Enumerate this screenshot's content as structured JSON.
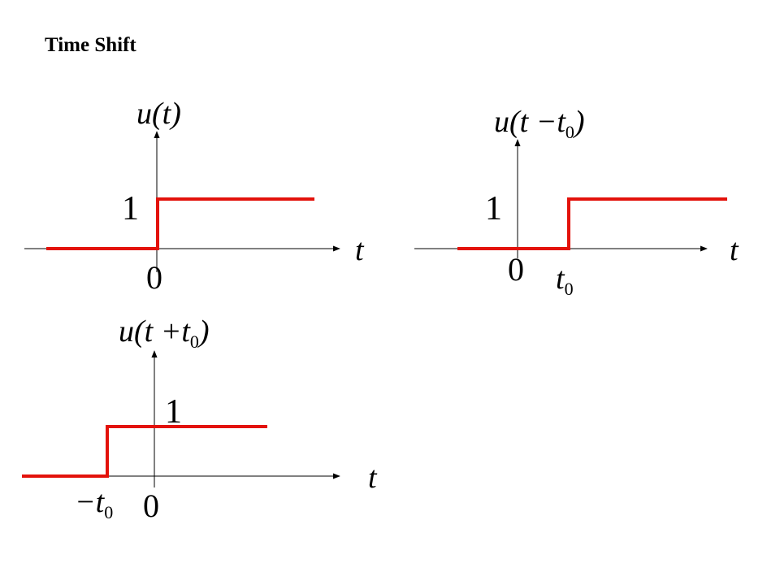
{
  "title": "Time Shift",
  "colors": {
    "signal": "#e3120b",
    "axis": "#000000"
  },
  "plots": [
    {
      "id": "unshifted",
      "label": "u(t)",
      "level": "1",
      "axis_var": "t",
      "origin": "0",
      "step_at": ""
    },
    {
      "id": "delayed",
      "label_parts": [
        "u(t −t",
        "0",
        ")"
      ],
      "level": "1",
      "axis_var": "t",
      "origin": "0",
      "step_parts": [
        "t",
        "0"
      ]
    },
    {
      "id": "advanced",
      "label_parts": [
        "u(t +t",
        "0",
        ")"
      ],
      "level": "1",
      "axis_var": "t",
      "origin": "0",
      "step_parts": [
        "−t",
        "0"
      ]
    }
  ]
}
